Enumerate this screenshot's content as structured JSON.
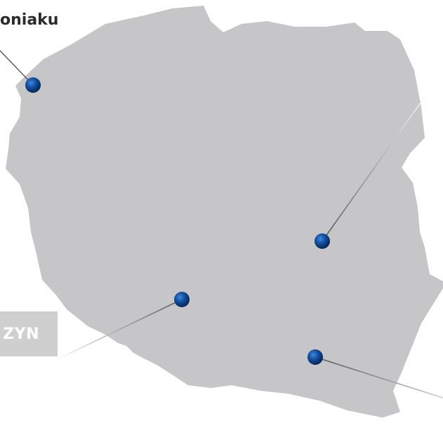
{
  "map": {
    "country": "Poland",
    "fill_color": "#c6c6c9",
    "marker_color": "#0b3e8a",
    "labels": {
      "top_left": "oniaku",
      "bottom_left": "ZYN"
    },
    "markers": [
      {
        "id": "north-west",
        "name": "marker-north-west"
      },
      {
        "id": "east",
        "name": "marker-east"
      },
      {
        "id": "south-west",
        "name": "marker-south-west"
      },
      {
        "id": "south-east",
        "name": "marker-south-east"
      }
    ]
  }
}
